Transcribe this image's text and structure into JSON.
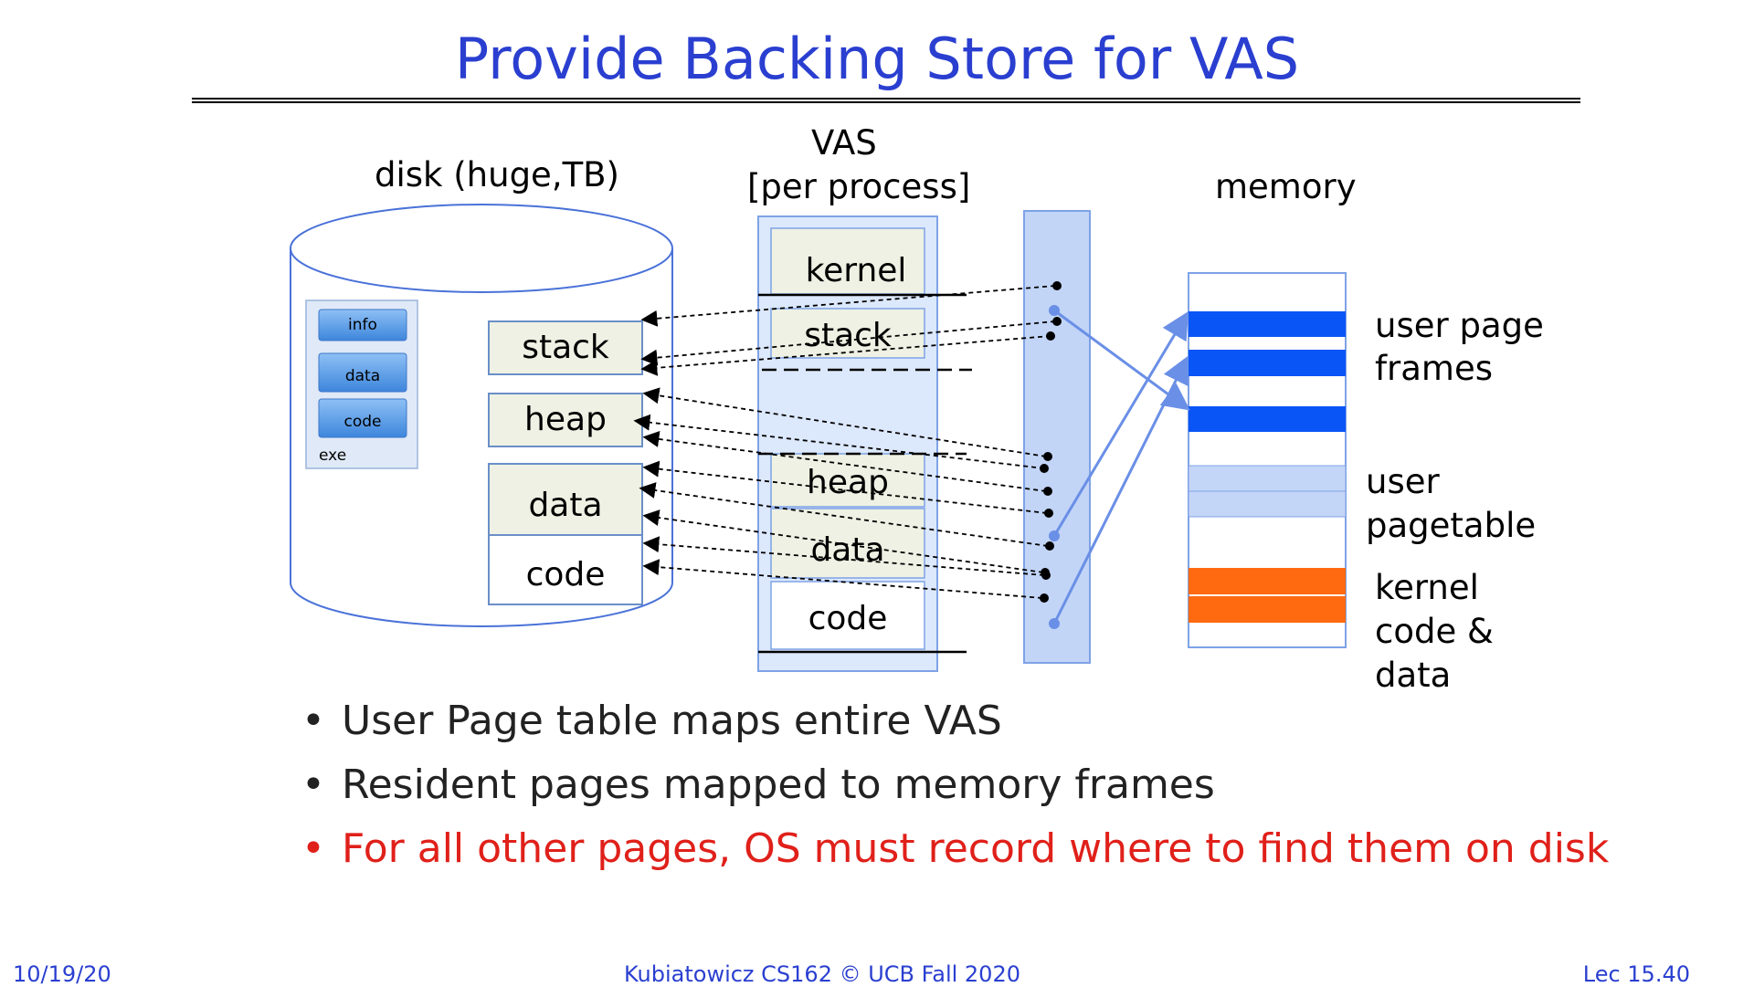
{
  "title": "Provide Backing Store for VAS",
  "labels": {
    "disk": "disk (huge,TB)",
    "vas_line1": "VAS",
    "vas_line2": "[per process]",
    "memory": "memory",
    "user_page_frames_1": "user page",
    "user_page_frames_2": "frames",
    "user_pagetable_1": "user",
    "user_pagetable_2": "pagetable",
    "kernel_code_1": "kernel",
    "kernel_code_2": "code &",
    "kernel_code_3": "data"
  },
  "exe": {
    "items": [
      "info",
      "data",
      "code"
    ],
    "caption": "exe"
  },
  "disk_segments": [
    "stack",
    "heap",
    "data",
    "code"
  ],
  "vas_segments": [
    "kernel",
    "stack",
    "heap",
    "data",
    "code"
  ],
  "bullets": [
    {
      "text": "User Page table maps entire VAS",
      "highlight": false
    },
    {
      "text": "Resident pages mapped to memory frames",
      "highlight": false
    },
    {
      "text": "For all other pages, OS must record where to find them on disk",
      "highlight": true
    }
  ],
  "footer": {
    "date": "10/19/20",
    "course": "Kubiatowicz CS162 © UCB Fall 2020",
    "lecture": "Lec 15.40"
  },
  "colors": {
    "title": "#2a3fd0",
    "user_frame": "#0a55f5",
    "pagetable": "#c4d6f7",
    "kernel_frame": "#ff6a10",
    "red_text": "#e0201a"
  }
}
